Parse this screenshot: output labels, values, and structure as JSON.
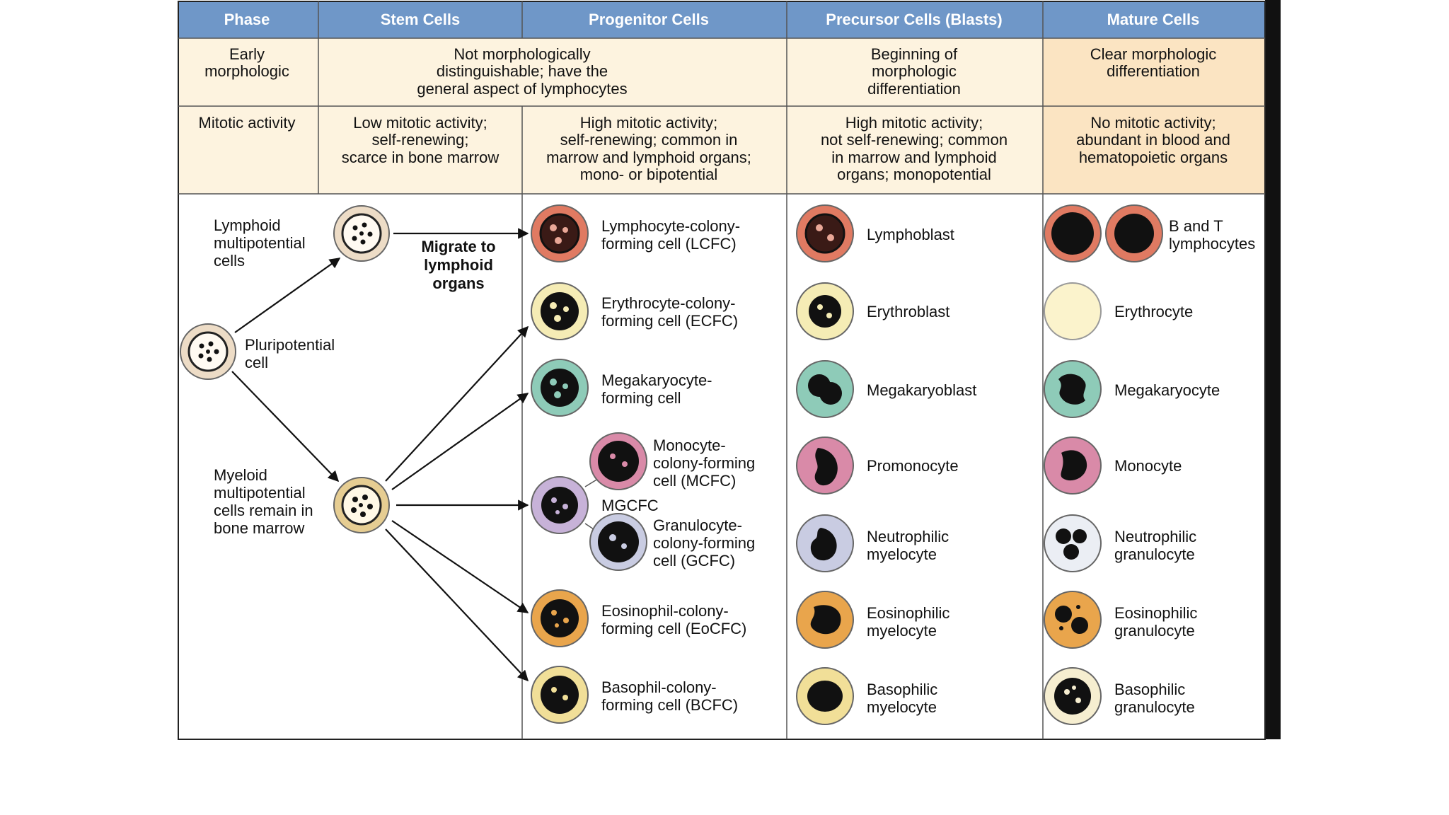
{
  "table": {
    "columns": [
      "Phase",
      "Stem Cells",
      "Progenitor Cells",
      "Precursor Cells (Blasts)",
      "Mature Cells"
    ],
    "rows": [
      {
        "label": [
          "Early",
          "morphologic"
        ],
        "cells": [
          [
            "Not morphologically",
            "distinguishable; have the",
            "general aspect of lymphocytes"
          ],
          [
            "Beginning of",
            "morphologic",
            "differentiation"
          ],
          [
            "Clear morphologic",
            "differentiation"
          ]
        ]
      },
      {
        "label": [
          "Mitotic activity"
        ],
        "cells": [
          [
            "Low mitotic activity;",
            "self-renewing;",
            "scarce in bone marrow"
          ],
          [
            "High mitotic activity;",
            "self-renewing; common in",
            "marrow and lymphoid organs;",
            "mono- or bipotential"
          ],
          [
            "High mitotic activity;",
            "not self-renewing; common",
            "in marrow and lymphoid",
            "organs; monopotential"
          ],
          [
            "No mitotic activity;",
            "abundant in blood and",
            "hematopoietic organs"
          ]
        ]
      }
    ]
  },
  "stem": {
    "lymphoid": [
      "Lymphoid",
      "multipotential",
      "cells"
    ],
    "pluripotential": [
      "Pluripotential",
      "cell"
    ],
    "myeloid": [
      "Myeloid",
      "multipotential",
      "cells remain in",
      "bone marrow"
    ],
    "migrate": [
      "Migrate to",
      "lymphoid",
      "organs"
    ]
  },
  "progenitor": [
    [
      "Lymphocyte-colony-",
      "forming cell (LCFC)"
    ],
    [
      "Erythrocyte-colony-",
      "forming cell (ECFC)"
    ],
    [
      "Megakaryocyte-",
      "forming cell"
    ],
    [
      "Monocyte-",
      "colony-forming",
      "cell (MCFC)"
    ],
    [
      "MGCFC"
    ],
    [
      "Granulocyte-",
      "colony-forming",
      "cell (GCFC)"
    ],
    [
      "Eosinophil-colony-",
      "forming cell (EoCFC)"
    ],
    [
      "Basophil-colony-",
      "forming cell (BCFC)"
    ]
  ],
  "precursor": [
    [
      "Lymphoblast"
    ],
    [
      "Erythroblast"
    ],
    [
      "Megakaryoblast"
    ],
    [
      "Promonocyte"
    ],
    [
      "Neutrophilic",
      "myelocyte"
    ],
    [
      "Eosinophilic",
      "myelocyte"
    ],
    [
      "Basophilic",
      "myelocyte"
    ]
  ],
  "mature": [
    [
      "B and T",
      "lymphocytes"
    ],
    [
      "Erythrocyte"
    ],
    [
      "Megakaryocyte"
    ],
    [
      "Monocyte"
    ],
    [
      "Neutrophilic",
      "granulocyte"
    ],
    [
      "Eosinophilic",
      "granulocyte"
    ],
    [
      "Basophilic",
      "granulocyte"
    ]
  ],
  "colors": {
    "header": "#6f97c8",
    "row_fill": "#fdf3df",
    "mature_row_fill": "#fbe4c2",
    "lymphoid_cell": "#e07a62",
    "erythroid_cell": "#f5ecb5",
    "megakaryocyte_cell": "#8ecbb8",
    "monocyte_cell": "#d98aa8",
    "neutrophil_cell": "#c9cce2",
    "mgcfc_cell": "#c7b2d8",
    "eosinophil_cell": "#e9a54c",
    "basophil_cell": "#f1df98",
    "stem_cell": "#eddcc6",
    "myeloid_stem_cell": "#e6cd92"
  }
}
